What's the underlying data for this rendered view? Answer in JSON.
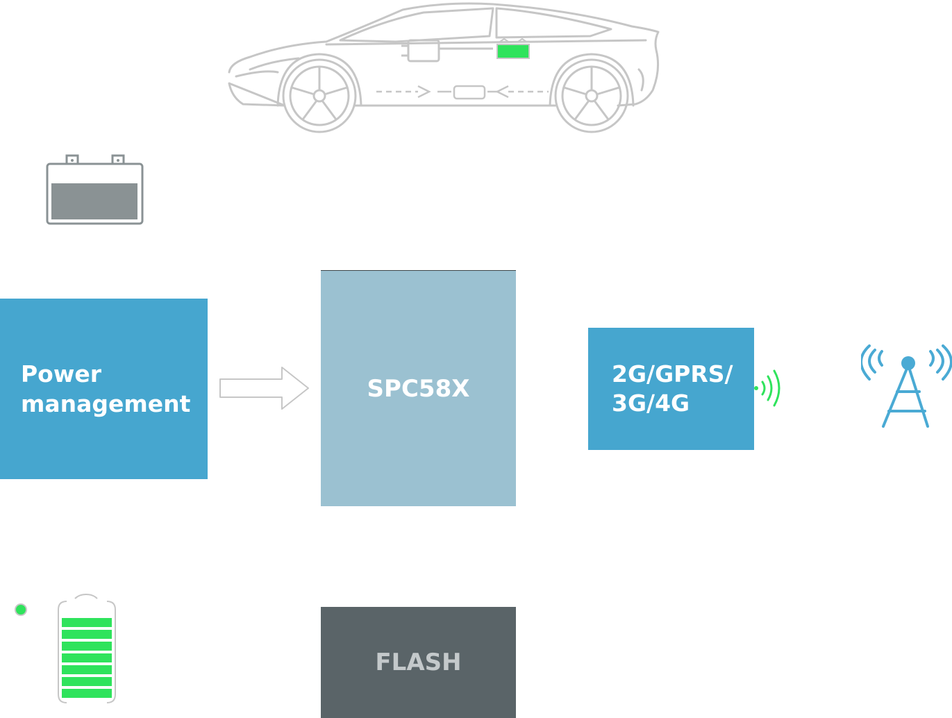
{
  "blocks": {
    "power_management": "Power\nmanagement",
    "mcu": "SPC58X",
    "modem": "2G/GPRS/\n3G/4G",
    "flash": "FLASH"
  },
  "colors": {
    "blue_block": "#46a6cf",
    "mcu_block": "#9bc1d1",
    "flash_block": "#5a6468",
    "signal_green": "#2fe35c",
    "battery_gray": "#8a9294",
    "outline_gray": "#c9c9c9",
    "tower_blue": "#4aaad4"
  },
  "icons": {
    "car": "car-outline-icon",
    "battery": "car-battery-icon",
    "charge": "charge-level-icon",
    "signal": "wireless-signal-icon",
    "tower": "cell-tower-icon",
    "arrow": "right-arrow-icon"
  }
}
